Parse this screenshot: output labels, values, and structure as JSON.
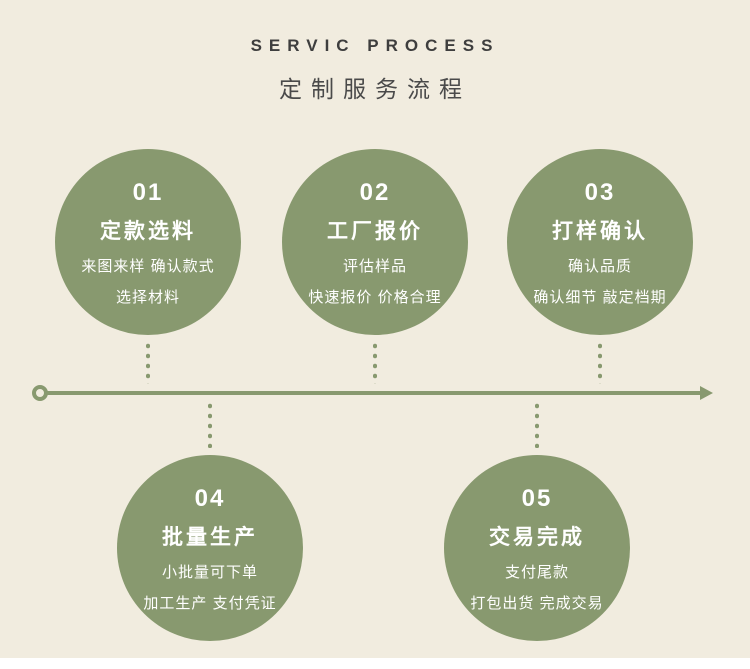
{
  "header": {
    "title_en": "SERVIC PROCESS",
    "title_zh": "定制服务流程"
  },
  "steps": [
    {
      "number": "01",
      "title": "定款选料",
      "line1": "来图来样 确认款式",
      "line2": "选择材料"
    },
    {
      "number": "02",
      "title": "工厂报价",
      "line1": "评估样品",
      "line2": "快速报价 价格合理"
    },
    {
      "number": "03",
      "title": "打样确认",
      "line1": "确认品质",
      "line2": "确认细节 敲定档期"
    },
    {
      "number": "04",
      "title": "批量生产",
      "line1": "小批量可下单",
      "line2": "加工生产 支付凭证"
    },
    {
      "number": "05",
      "title": "交易完成",
      "line1": "支付尾款",
      "line2": "打包出货 完成交易"
    }
  ],
  "colors": {
    "background": "#f1ecdf",
    "circle_green": "#88996f",
    "text_on_circle": "#ffffff",
    "heading_text": "#3e3e3e"
  }
}
